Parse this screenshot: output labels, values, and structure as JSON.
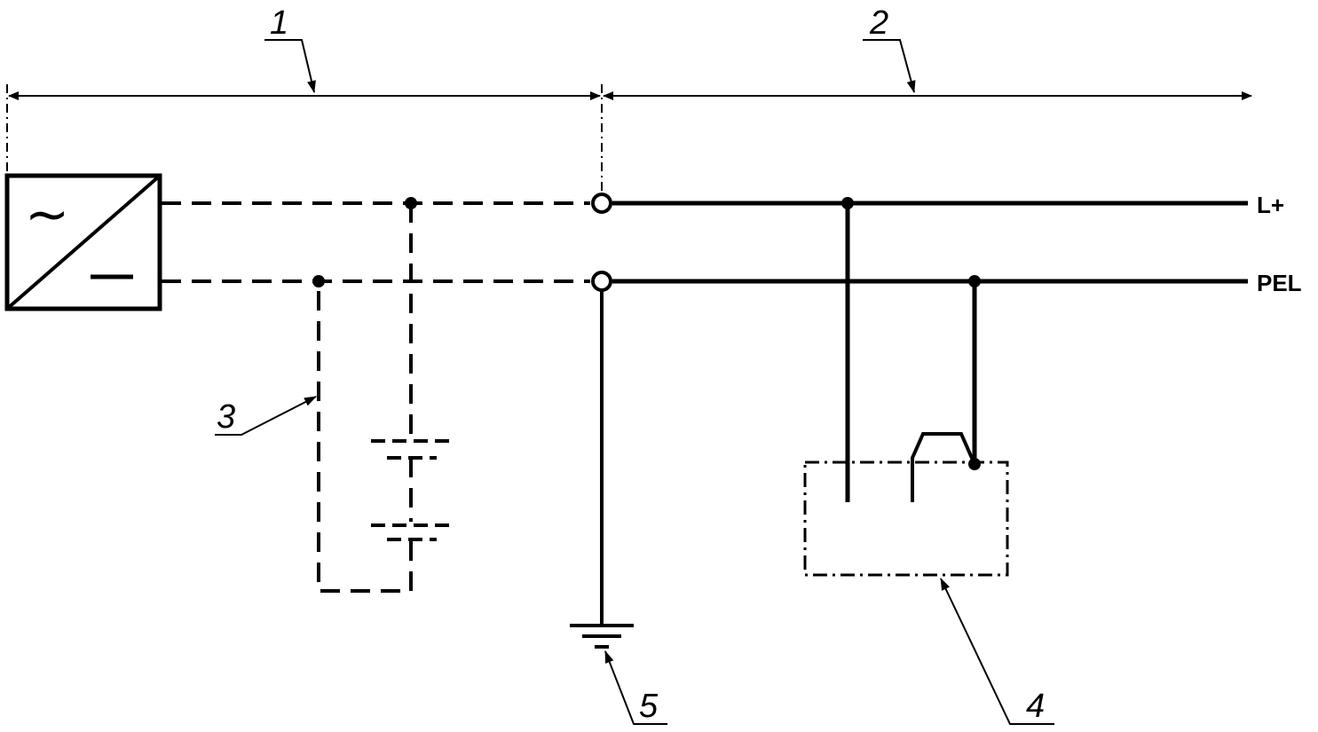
{
  "callouts": {
    "c1": "1",
    "c2": "2",
    "c3": "3",
    "c4": "4",
    "c5": "5"
  },
  "lines": {
    "positive": "L+",
    "pel": "PEL"
  },
  "source": {
    "ac_symbol": "~",
    "dc_symbol": "—"
  }
}
